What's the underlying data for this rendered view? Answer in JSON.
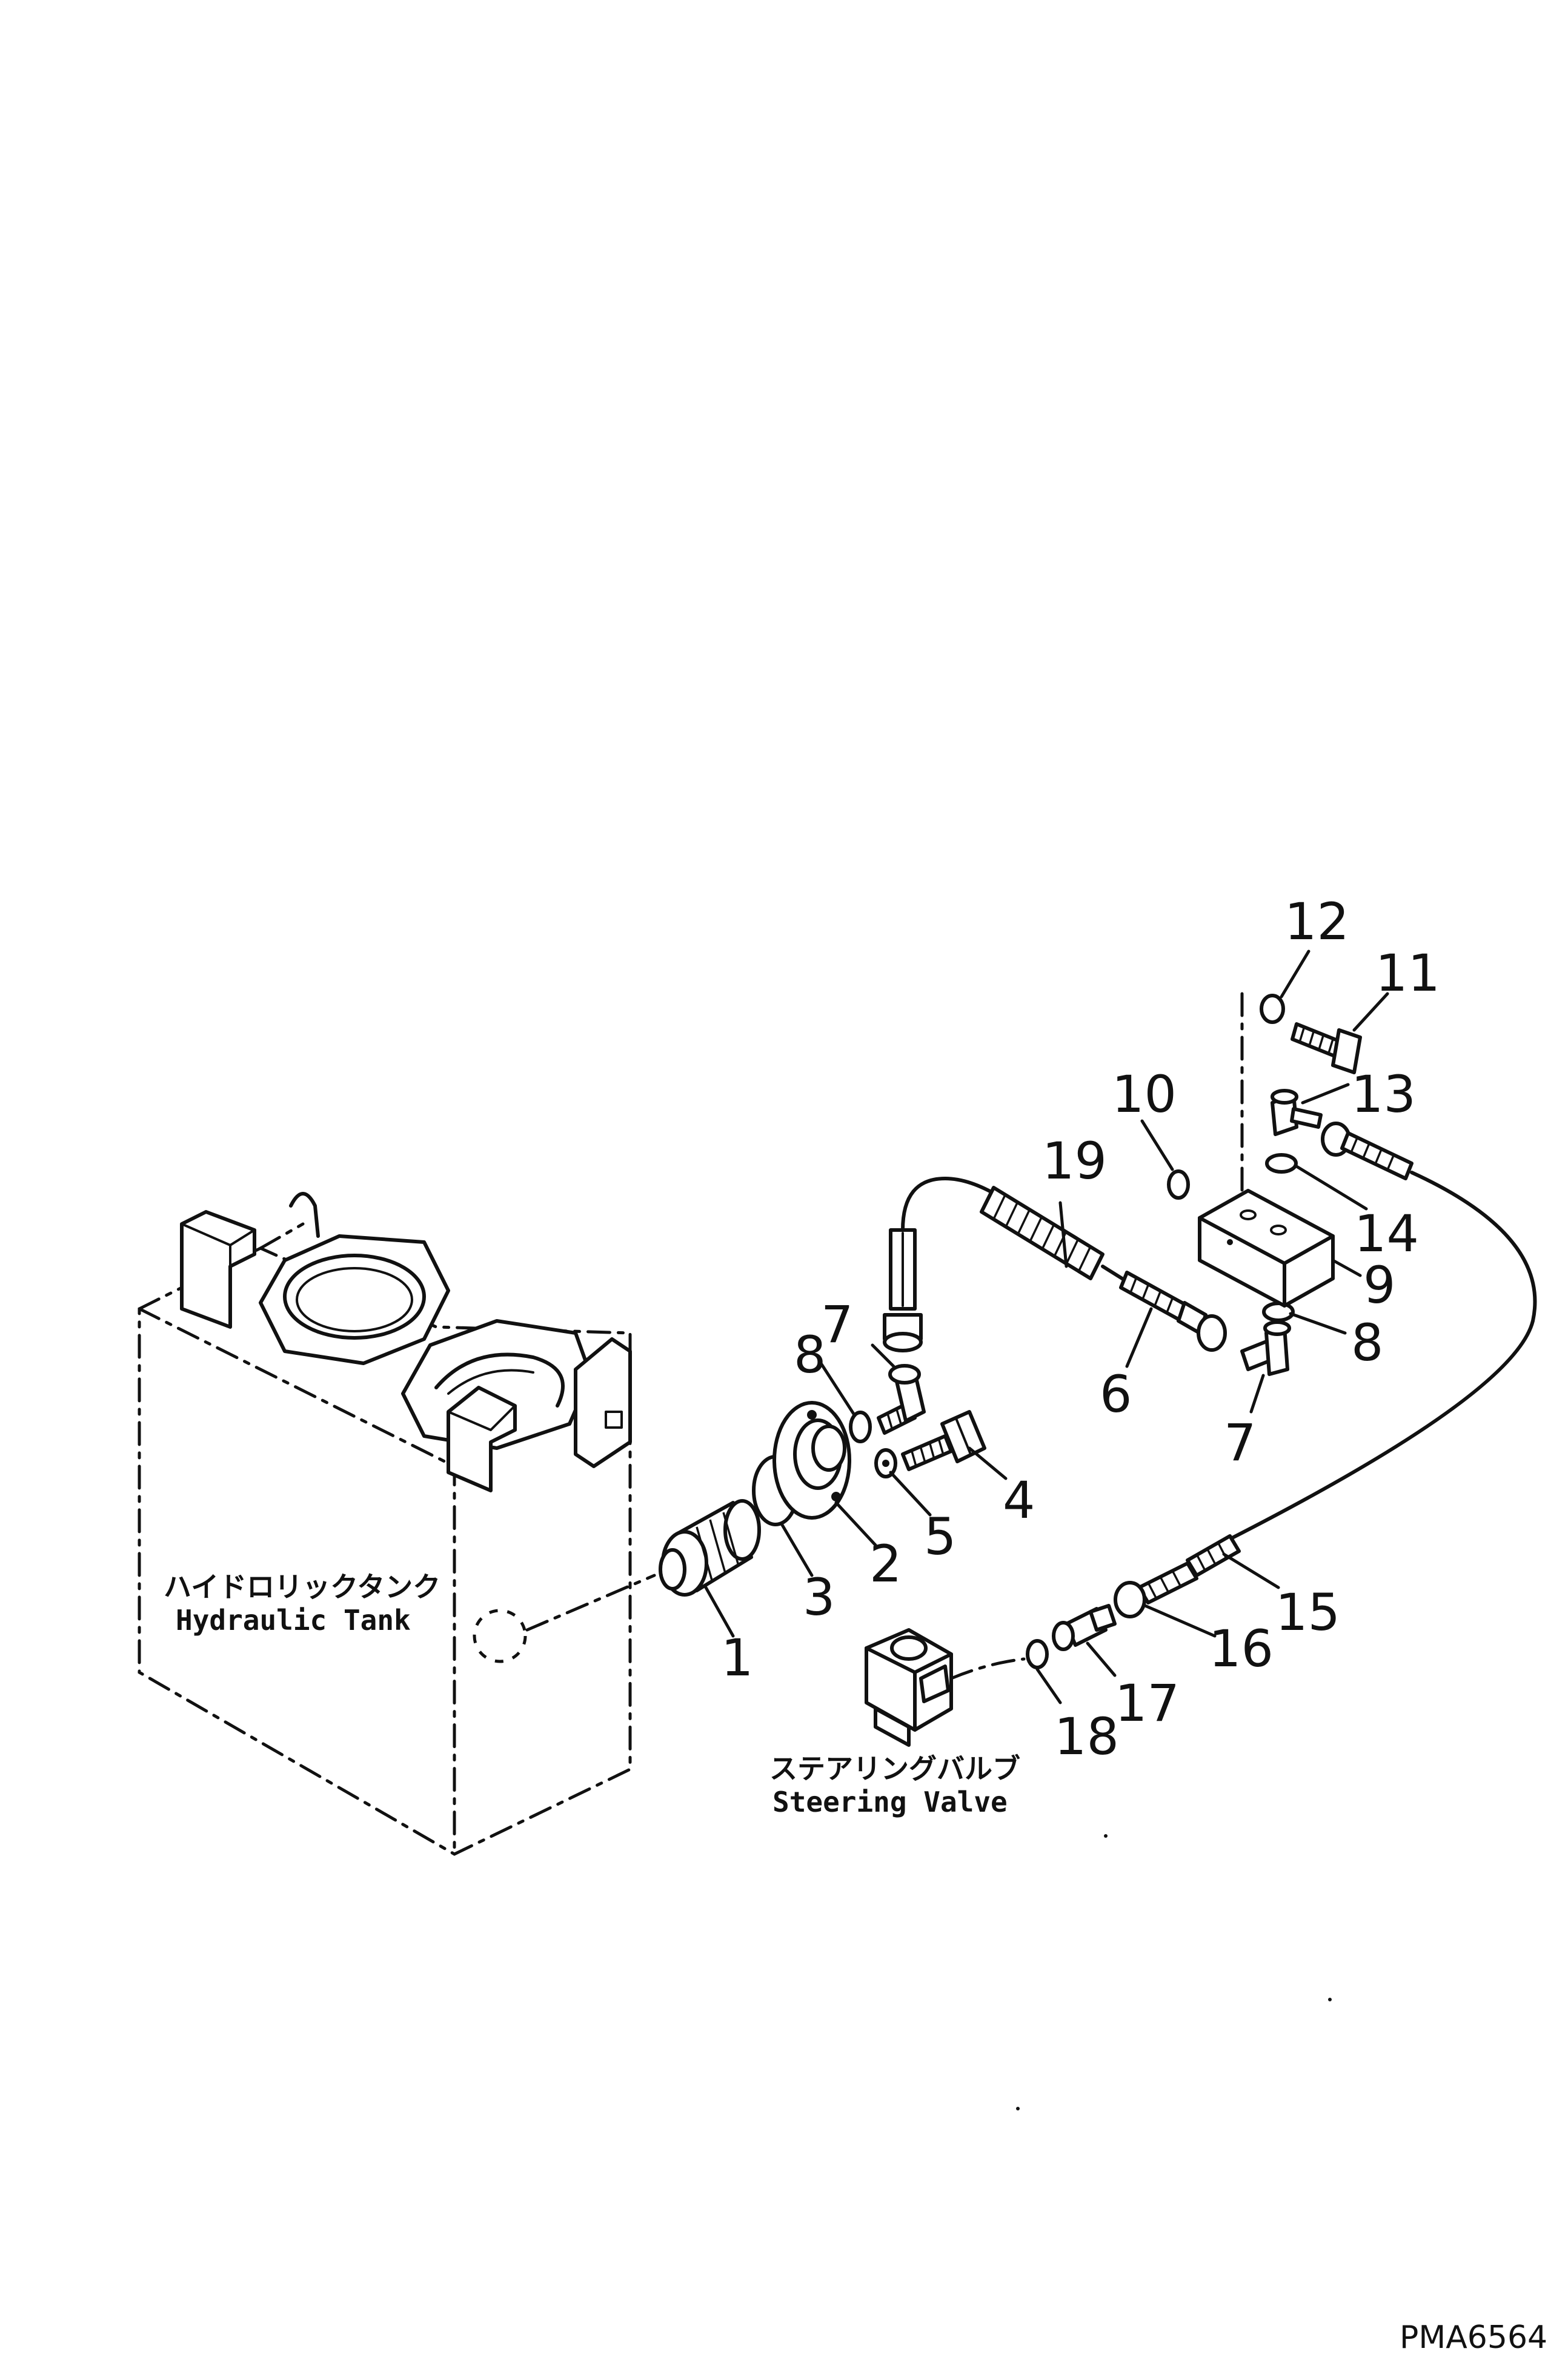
{
  "components": {
    "hydraulic_tank": {
      "label_jp": "ハイドロリックタンク",
      "label_en": "Hydraulic Tank"
    },
    "steering_valve": {
      "label_jp": "ステアリングバルブ",
      "label_en": "Steering Valve"
    }
  },
  "callouts": {
    "p1": "1",
    "p2": "2",
    "p3": "3",
    "p4": "4",
    "p5": "5",
    "p6": "6",
    "p7a": "7",
    "p7b": "7",
    "p8a": "8",
    "p8b": "8",
    "p9": "9",
    "p10": "10",
    "p11": "11",
    "p12": "12",
    "p13": "13",
    "p14": "14",
    "p15": "15",
    "p16": "16",
    "p17": "17",
    "p18": "18",
    "p19": "19"
  },
  "drawing_code": "PMA6564"
}
